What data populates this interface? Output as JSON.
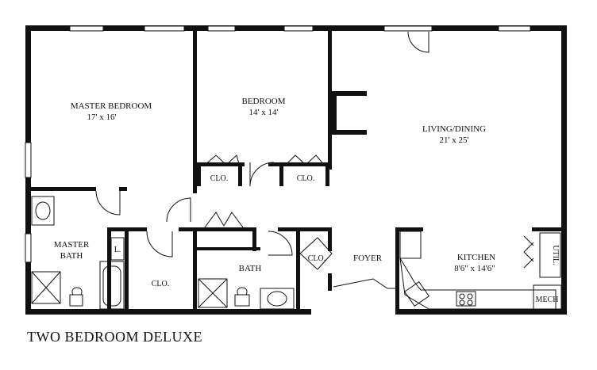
{
  "title": "TWO BEDROOM DELUXE",
  "rooms": {
    "master_bedroom": {
      "name": "MASTER BEDROOM",
      "size": "17' x 16'"
    },
    "bedroom": {
      "name": "BEDROOM",
      "size": "14' x 14'"
    },
    "living_dining": {
      "name": "LIVING/DINING",
      "size": "21' x 25'"
    },
    "kitchen": {
      "name": "KITCHEN",
      "size": "8'6\" x 14'6\""
    },
    "master_bath_line1": "MASTER",
    "master_bath_line2": "BATH",
    "bath": "BATH",
    "foyer": "FOYER",
    "clo_bedroom_left": "CLO.",
    "clo_bedroom_right": "CLO.",
    "clo_center": "CLO.",
    "clo_foyer": "CLO.",
    "linen": "L.",
    "util": "UTIL.",
    "mech": "MECH"
  }
}
